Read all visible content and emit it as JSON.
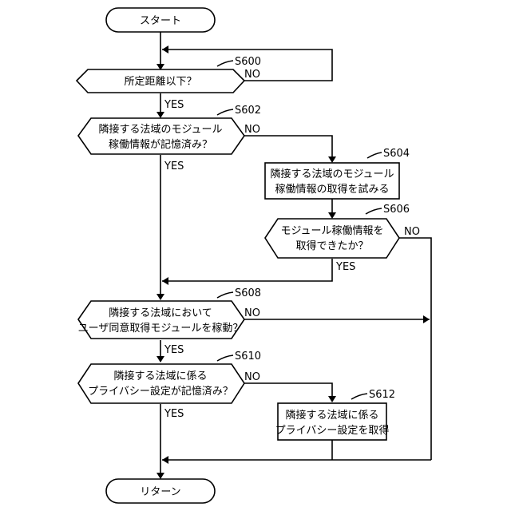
{
  "start": {
    "label": "スタート"
  },
  "end": {
    "label": "リターン"
  },
  "steps": {
    "s600": {
      "id": "S600",
      "lines": [
        "所定距離以下？"
      ]
    },
    "s602": {
      "id": "S602",
      "lines": [
        "隣接する法域のモジュール",
        "稼働情報が記憶済み？"
      ]
    },
    "s604": {
      "id": "S604",
      "lines": [
        "隣接する法域のモジュール",
        "稼働情報の取得を試みる"
      ]
    },
    "s606": {
      "id": "S606",
      "lines": [
        "モジュール稼働情報を",
        "取得できたか？"
      ]
    },
    "s608": {
      "id": "S608",
      "lines": [
        "隣接する法域において",
        "ユーザ同意取得モジュールを稼動？"
      ]
    },
    "s610": {
      "id": "S610",
      "lines": [
        "隣接する法域に係る",
        "プライバシー設定が記憶済み？"
      ]
    },
    "s612": {
      "id": "S612",
      "lines": [
        "隣接する法域に係る",
        "プライバシー設定を取得"
      ]
    }
  },
  "branches": {
    "yes": "YES",
    "no": "NO"
  }
}
